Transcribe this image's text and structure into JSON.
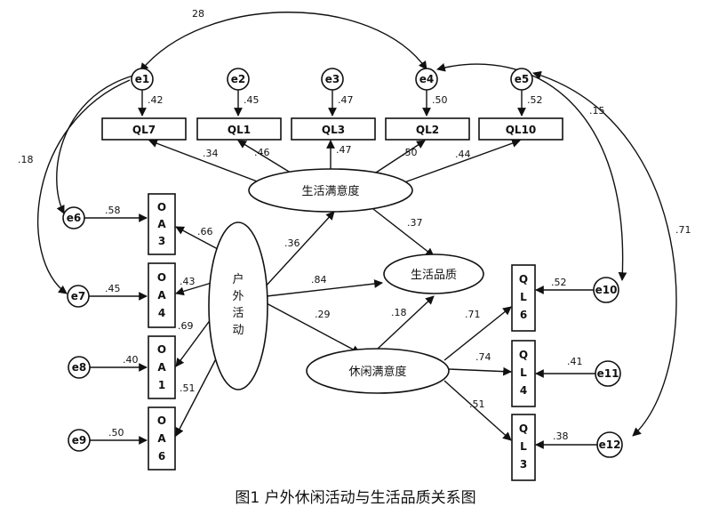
{
  "latent": {
    "life_sat": "生活满意度",
    "outdoor": [
      "户",
      "外",
      "活",
      "动"
    ],
    "leisure_sat": "休闲满意度",
    "life_quality": "生活品质"
  },
  "top_boxes": [
    "QL7",
    "QL1",
    "QL3",
    "QL2",
    "QL10"
  ],
  "left_boxes": [
    [
      "O",
      "A",
      "3"
    ],
    [
      "O",
      "A",
      "4"
    ],
    [
      "O",
      "A",
      "1"
    ],
    [
      "O",
      "A",
      "6"
    ]
  ],
  "right_boxes": [
    [
      "Q",
      "L",
      "6"
    ],
    [
      "Q",
      "L",
      "4"
    ],
    [
      "Q",
      "L",
      "3"
    ]
  ],
  "errors": [
    "e1",
    "e2",
    "e3",
    "e4",
    "e5",
    "e6",
    "e7",
    "e8",
    "e9",
    "e10",
    "e11",
    "e12"
  ],
  "coefficients": {
    "e1_ql7": ".42",
    "e2_ql1": ".45",
    "e3_ql3": ".47",
    "e4_ql2": ".50",
    "e5_ql10": ".52",
    "ls_ql7": ".34",
    "ls_ql1": ".46",
    "ls_ql3": ".47",
    "ls_ql2": ".50",
    "ls_ql10": ".44",
    "e6_oa3": ".58",
    "e7_oa4": ".45",
    "e8_oa1": ".40",
    "e9_oa6": ".50",
    "oa_oa3": ".66",
    "oa_oa4": ".43",
    "oa_oa1": ".69",
    "oa_oa6": ".51",
    "oa_ls": ".36",
    "oa_lq": ".84",
    "oa_leis": ".29",
    "ls_lq": ".37",
    "leis_lq": ".18",
    "leis_ql6": ".71",
    "leis_ql4": ".74",
    "leis_ql3": ".51",
    "e10_ql6": ".52",
    "e11_ql4": ".41",
    "e12_ql3": ".38",
    "cov_e1_e4": "28",
    "cov_e1_e6": ".18",
    "cov_e4_e10": ".15",
    "cov_e5_e12": ".71"
  },
  "caption": "图1  户外休闲活动与生活品质关系图"
}
